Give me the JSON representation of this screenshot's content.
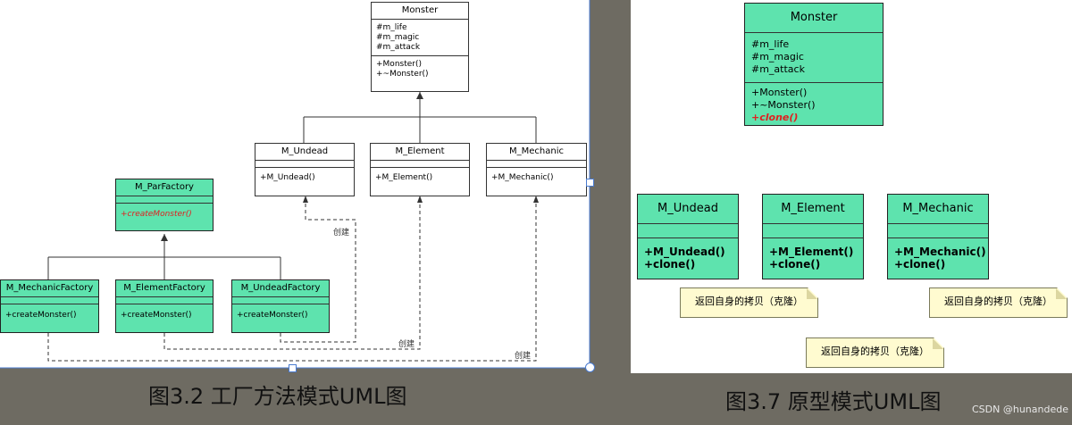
{
  "factory_figure": {
    "caption": "图3.2 工厂方法模式UML图",
    "monster": {
      "name": "Monster",
      "attributes": [
        "#m_life",
        "#m_magic",
        "#m_attack"
      ],
      "methods": [
        "+Monster()",
        "+~Monster()"
      ]
    },
    "undead": {
      "name": "M_Undead",
      "methods": [
        "+M_Undead()"
      ]
    },
    "element": {
      "name": "M_Element",
      "methods": [
        "+M_Element()"
      ]
    },
    "mechanic": {
      "name": "M_Mechanic",
      "methods": [
        "+M_Mechanic()"
      ]
    },
    "par_factory": {
      "name": "M_ParFactory",
      "methods": [
        "+createMonster()"
      ]
    },
    "mechanic_factory": {
      "name": "M_MechanicFactory",
      "methods": [
        "+createMonster()"
      ]
    },
    "element_factory": {
      "name": "M_ElementFactory",
      "methods": [
        "+createMonster()"
      ]
    },
    "undead_factory": {
      "name": "M_UndeadFactory",
      "methods": [
        "+createMonster()"
      ]
    },
    "create_labels": [
      "创建",
      "创建",
      "创建"
    ]
  },
  "prototype_figure": {
    "caption": "图3.7 原型模式UML图",
    "monster": {
      "name": "Monster",
      "attributes": [
        "#m_life",
        "#m_magic",
        "#m_attack"
      ],
      "methods": [
        "+Monster()",
        "+~Monster()",
        "+clone()"
      ]
    },
    "undead": {
      "name": "M_Undead",
      "methods": [
        "+M_Undead()",
        "+clone()"
      ]
    },
    "element": {
      "name": "M_Element",
      "methods": [
        "+M_Element()",
        "+clone()"
      ]
    },
    "mechanic": {
      "name": "M_Mechanic",
      "methods": [
        "+M_Mechanic()",
        "+clone()"
      ]
    },
    "notes": [
      "返回自身的拷贝（克隆）",
      "返回自身的拷贝（克隆）",
      "返回自身的拷贝（克隆）"
    ]
  },
  "watermark": "CSDN @hunandede",
  "colors": {
    "class_fill": "#5ee3ae",
    "abstract_text": "#e02020",
    "note_fill": "#fffbd0"
  }
}
